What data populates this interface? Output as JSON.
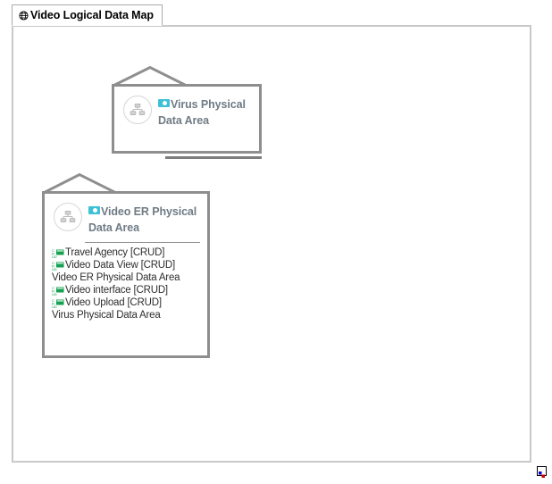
{
  "window": {
    "tab": {
      "label": "Video Logical Data Map",
      "icon": "globe-icon"
    },
    "resize_grip_icon": "resize-grip-icon"
  },
  "colors": {
    "node_border": "#8e8e8e",
    "node_base": "#7d7d7d",
    "title_text": "#6f7b85",
    "badge_cyan": "#3ec0d6",
    "entity_green": "#13a04f",
    "canvas_border": "#c9c9c9",
    "list_text": "#2d2d2d"
  },
  "diagram": {
    "nodes": [
      {
        "id": "virus-physical-data-area",
        "title": "Virus Physical Data Area",
        "badge_icon": "data-area-icon",
        "shape_icon": "hierarchy-icon",
        "has_base": true,
        "items": []
      },
      {
        "id": "video-er-physical-data-area",
        "title": "Video ER Physical Data Area",
        "badge_icon": "data-area-icon",
        "shape_icon": "hierarchy-icon",
        "has_base": false,
        "items": [
          {
            "label": "Travel Agency [CRUD]",
            "icon": "entity-crud-icon"
          },
          {
            "label": "Video Data View [CRUD]",
            "icon": "entity-crud-icon"
          },
          {
            "label": "Video ER Physical Data Area",
            "icon": null
          },
          {
            "label": "Video interface [CRUD]",
            "icon": "entity-crud-icon"
          },
          {
            "label": "Video Upload [CRUD]",
            "icon": "entity-crud-icon"
          },
          {
            "label": "Virus Physical Data Area",
            "icon": null
          }
        ]
      }
    ]
  }
}
